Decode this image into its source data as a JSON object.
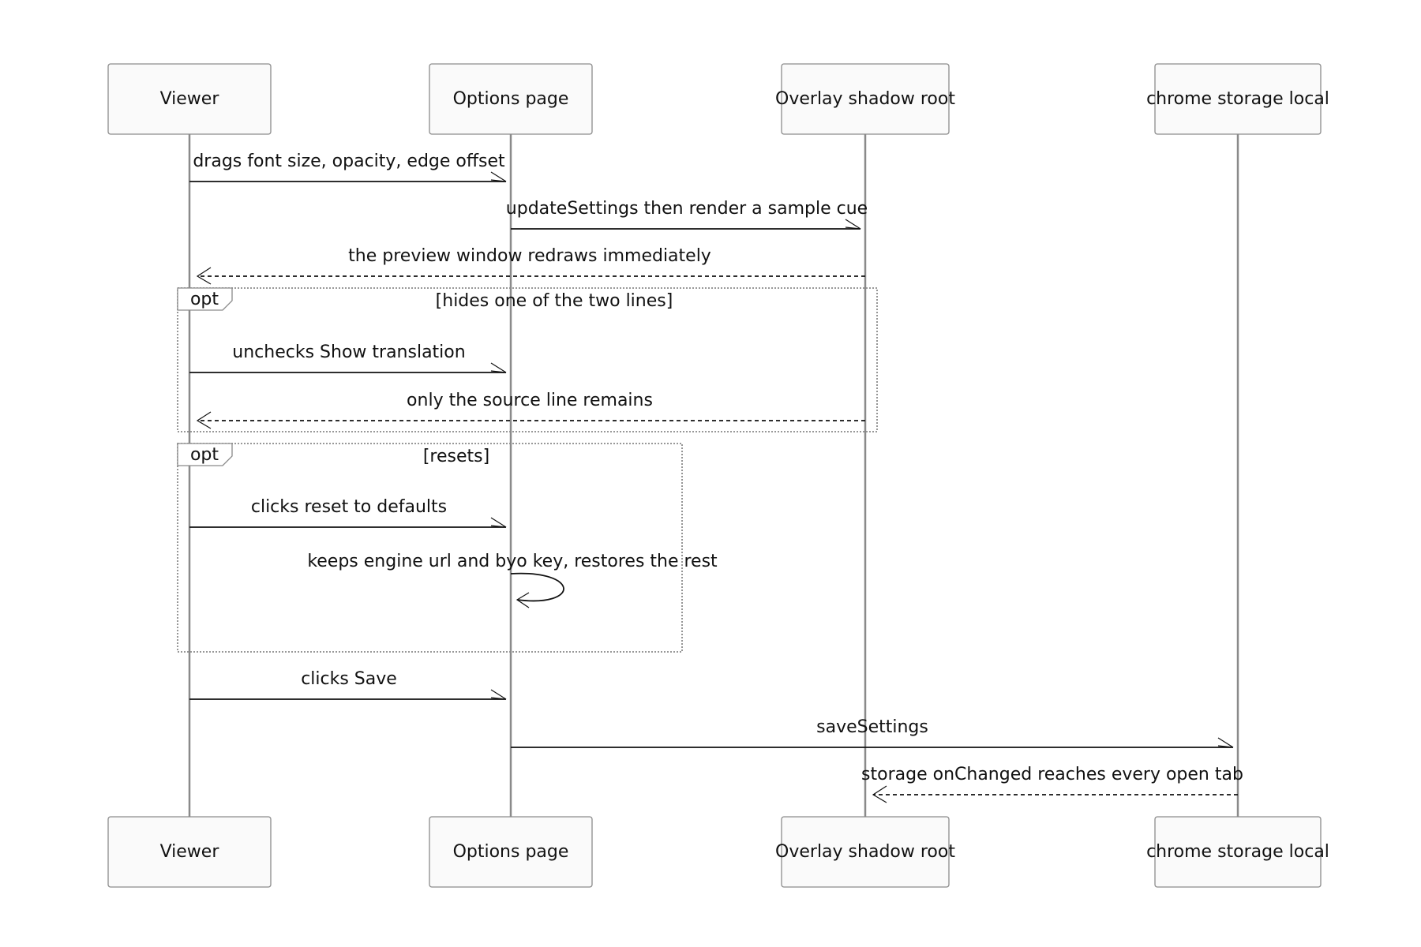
{
  "actors": [
    {
      "id": "viewer",
      "label": "Viewer"
    },
    {
      "id": "options",
      "label": "Options page"
    },
    {
      "id": "overlay",
      "label": "Overlay shadow root"
    },
    {
      "id": "storage",
      "label": "chrome storage local"
    }
  ],
  "messages": [
    {
      "id": "m1",
      "from": "viewer",
      "to": "options",
      "label": "drags font size, opacity, edge offset",
      "style": "solid"
    },
    {
      "id": "m2",
      "from": "options",
      "to": "overlay",
      "label": "updateSettings then render a sample cue",
      "style": "solid"
    },
    {
      "id": "m3",
      "from": "overlay",
      "to": "viewer",
      "label": "the preview window redraws immediately",
      "style": "dashed"
    },
    {
      "id": "m4",
      "from": "viewer",
      "to": "options",
      "label": "unchecks Show translation",
      "style": "solid"
    },
    {
      "id": "m5",
      "from": "overlay",
      "to": "viewer",
      "label": "only the source line remains",
      "style": "dashed"
    },
    {
      "id": "m6",
      "from": "viewer",
      "to": "options",
      "label": "clicks reset to defaults",
      "style": "solid"
    },
    {
      "id": "m7",
      "from": "options",
      "to": "options",
      "label": "keeps engine url and byo key, restores the rest",
      "style": "solid"
    },
    {
      "id": "m8",
      "from": "viewer",
      "to": "options",
      "label": "clicks Save",
      "style": "solid"
    },
    {
      "id": "m9",
      "from": "options",
      "to": "storage",
      "label": "saveSettings",
      "style": "solid"
    },
    {
      "id": "m10",
      "from": "storage",
      "to": "overlay",
      "label": "storage onChanged reaches every open tab",
      "style": "dashed"
    }
  ],
  "frames": [
    {
      "id": "f1",
      "tag": "opt",
      "condition": "[hides one of the two lines]"
    },
    {
      "id": "f2",
      "tag": "opt",
      "condition": "[resets]"
    }
  ]
}
